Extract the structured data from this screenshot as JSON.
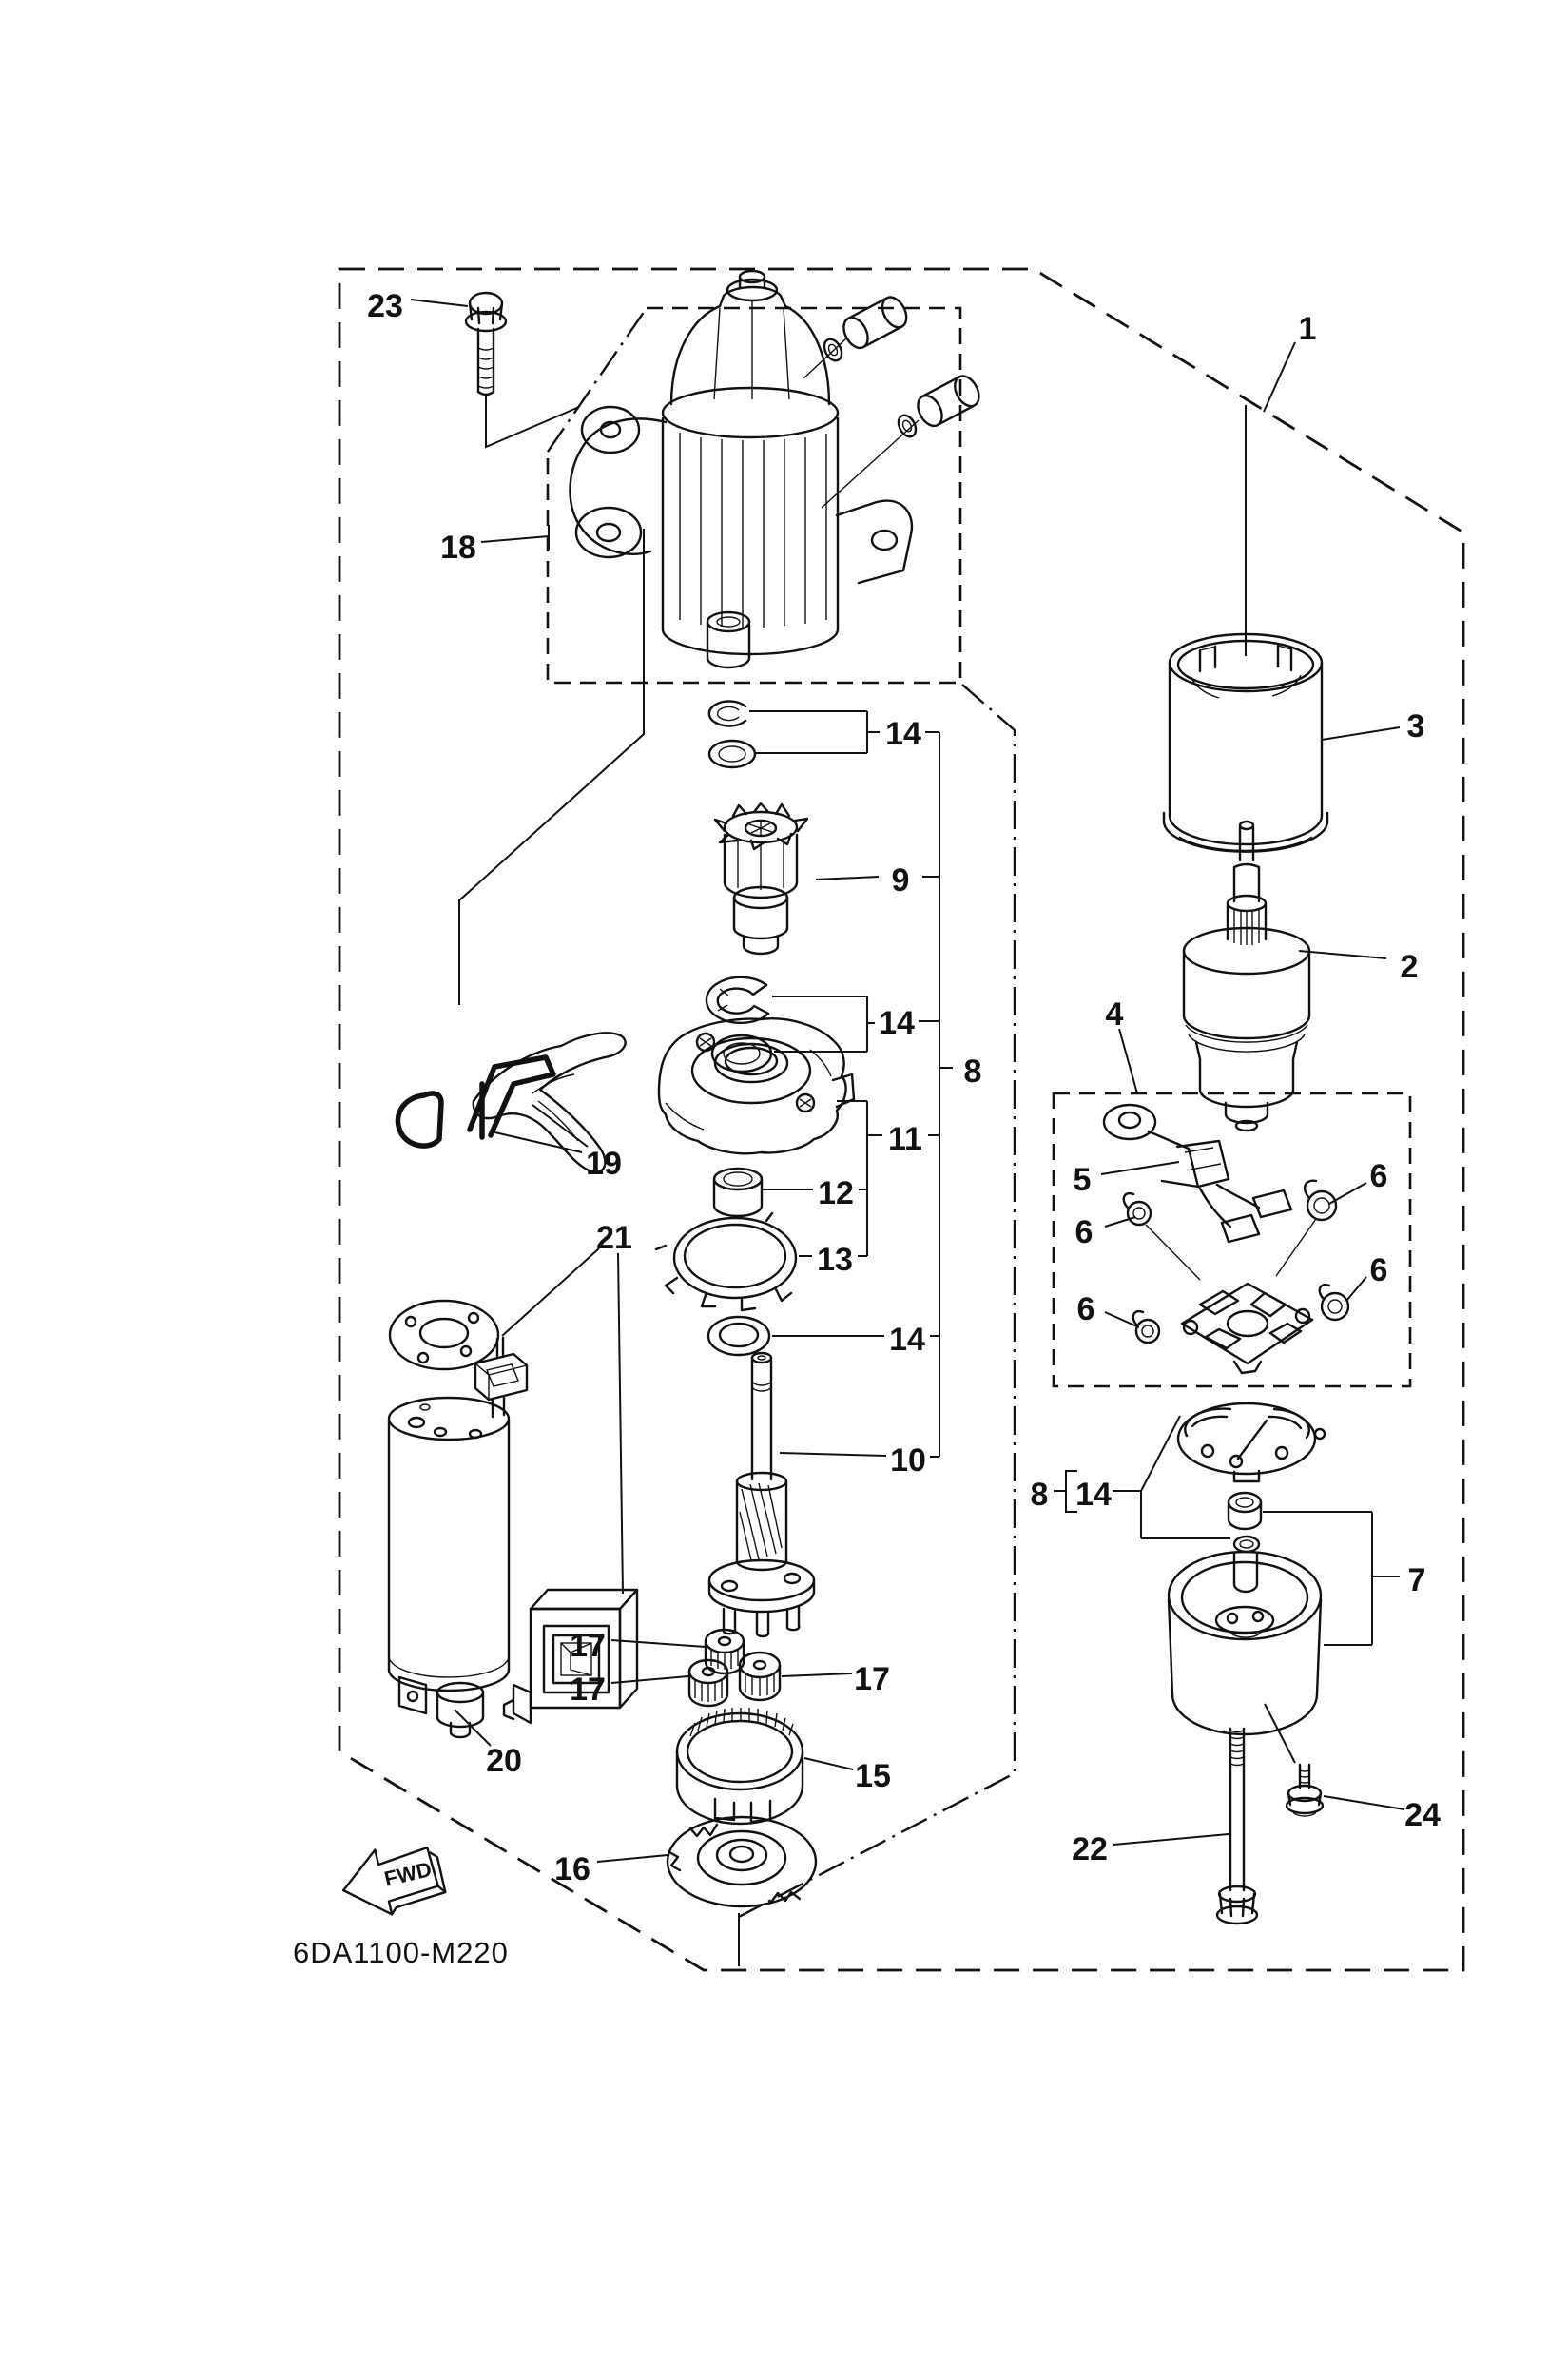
{
  "diagram": {
    "code": "6DA1100-M220",
    "fwd_label": "FWD",
    "callouts": [
      {
        "id": "c23",
        "label": "23"
      },
      {
        "id": "c18",
        "label": "18"
      },
      {
        "id": "c1",
        "label": "1"
      },
      {
        "id": "c3",
        "label": "3"
      },
      {
        "id": "c2",
        "label": "2"
      },
      {
        "id": "c4",
        "label": "4"
      },
      {
        "id": "c14a",
        "label": "14"
      },
      {
        "id": "c9",
        "label": "9"
      },
      {
        "id": "c14b",
        "label": "14"
      },
      {
        "id": "c8",
        "label": "8"
      },
      {
        "id": "c11",
        "label": "11"
      },
      {
        "id": "c12",
        "label": "12"
      },
      {
        "id": "c13",
        "label": "13"
      },
      {
        "id": "c5",
        "label": "5"
      },
      {
        "id": "c6a",
        "label": "6"
      },
      {
        "id": "c6b",
        "label": "6"
      },
      {
        "id": "c6c",
        "label": "6"
      },
      {
        "id": "c6d",
        "label": "6"
      },
      {
        "id": "c14c",
        "label": "14"
      },
      {
        "id": "c19",
        "label": "19"
      },
      {
        "id": "c21",
        "label": "21"
      },
      {
        "id": "c10",
        "label": "10"
      },
      {
        "id": "c8b",
        "label": "8"
      },
      {
        "id": "c14d",
        "label": "14"
      },
      {
        "id": "c20",
        "label": "20"
      },
      {
        "id": "c7",
        "label": "7"
      },
      {
        "id": "c17a",
        "label": "17"
      },
      {
        "id": "c17b",
        "label": "17"
      },
      {
        "id": "c17c",
        "label": "17"
      },
      {
        "id": "c15",
        "label": "15"
      },
      {
        "id": "c16",
        "label": "16"
      },
      {
        "id": "c22",
        "label": "22"
      },
      {
        "id": "c24",
        "label": "24"
      }
    ]
  }
}
